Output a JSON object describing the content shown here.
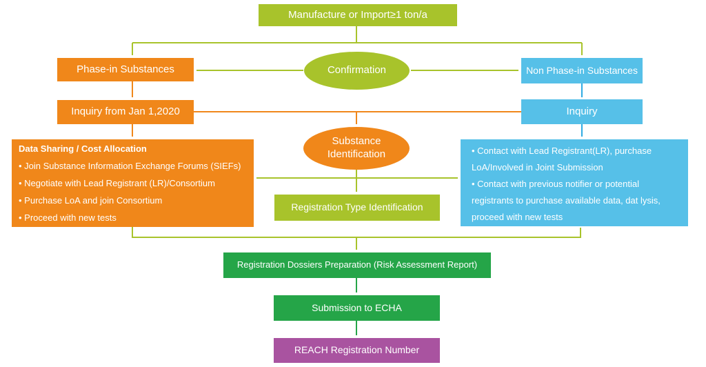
{
  "colors": {
    "yellow_green": "#a8c32b",
    "orange": "#f0871a",
    "blue": "#56c0e8",
    "blue_arrow": "#2fabe2",
    "green": "#25a548",
    "purple": "#a953a0",
    "text": "#ffffff"
  },
  "nodes": {
    "manufacture": {
      "label": "Manufacture or Import≥1 ton/a"
    },
    "phase_in": {
      "label": "Phase-in Substances"
    },
    "confirmation": {
      "label": "Confirmation"
    },
    "non_phase_in": {
      "label": "Non Phase-in Substances"
    },
    "inquiry_jan": {
      "label": "Inquiry from Jan 1,2020"
    },
    "inquiry": {
      "label": "Inquiry"
    },
    "substance_identification": {
      "label": "Substance Identification"
    },
    "data_sharing": {
      "title": "Data Sharing / Cost Allocation",
      "bullets": [
        "• Join Substance Information Exchange Forums (SIEFs)",
        "• Negotiate with Lead Registrant (LR)/Consortium",
        "• Purchase LoA and join Consortium",
        "• Proceed with new tests"
      ]
    },
    "registration_type": {
      "label": "Registration Type Identification"
    },
    "contact_lead": {
      "lines": [
        "• Contact with Lead Registrant(LR), purchase",
        "LoA/Involved in Joint Submission",
        "• Contact with previous notifier or potential",
        "registrants to purchase available data, dat lysis,",
        "proceed with new tests"
      ]
    },
    "dossiers": {
      "label": "Registration Dossiers Preparation (Risk Assessment Report)"
    },
    "submission": {
      "label": "Submission to ECHA"
    },
    "reach_number": {
      "label": "REACH Registration Number"
    }
  }
}
